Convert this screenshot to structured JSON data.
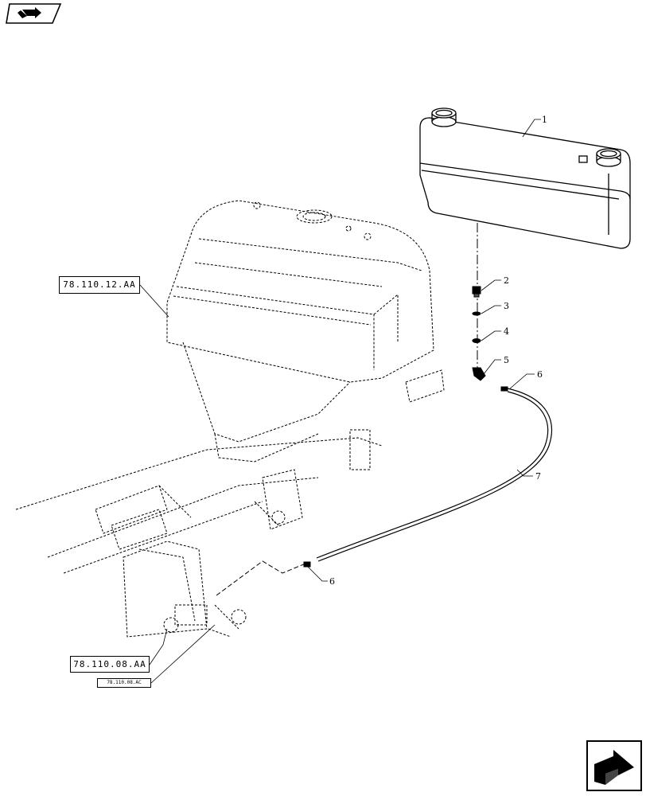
{
  "nav": {
    "prev_icon": "arrow-back-icon",
    "next_icon": "arrow-forward-icon"
  },
  "references": [
    {
      "id": "ref-78-110-12-aa",
      "text": "78.110.12.AA"
    },
    {
      "id": "ref-78-110-08-aa",
      "text": "78.110.08.AA"
    },
    {
      "id": "ref-78-110-08-ac",
      "text": "78.110.08.AC"
    }
  ],
  "callouts": [
    "1",
    "2",
    "3",
    "4",
    "5",
    "6",
    "7",
    "6"
  ]
}
